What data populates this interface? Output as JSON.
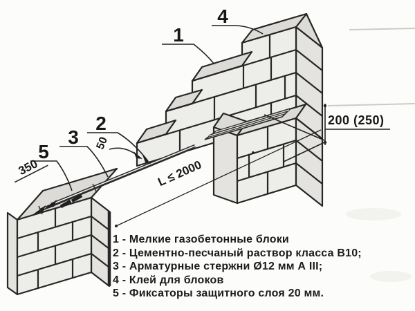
{
  "callouts": {
    "c1": "1",
    "c2": "2",
    "c3": "3",
    "c4": "4",
    "c5": "5"
  },
  "dims": {
    "lintel_height": "200 (250)",
    "bar_embedment": "350",
    "groove_depth": "50",
    "span": "L ≤ 2000"
  },
  "legend": {
    "items": [
      "1 - Мелкие газобетонные блоки",
      "2 - Цементно-песчаный раствор класса В10;",
      "3 - Арматурные стержни Ø12 мм А III;",
      "4 - Клей для блоков",
      "5 - Фиксаторы защитного слоя 20 мм."
    ]
  },
  "colors": {
    "line": "#262626",
    "face_front": "#ededea",
    "face_top": "#dcdbd7",
    "face_end": "#e4e3df",
    "background": "#fcfcfa"
  }
}
